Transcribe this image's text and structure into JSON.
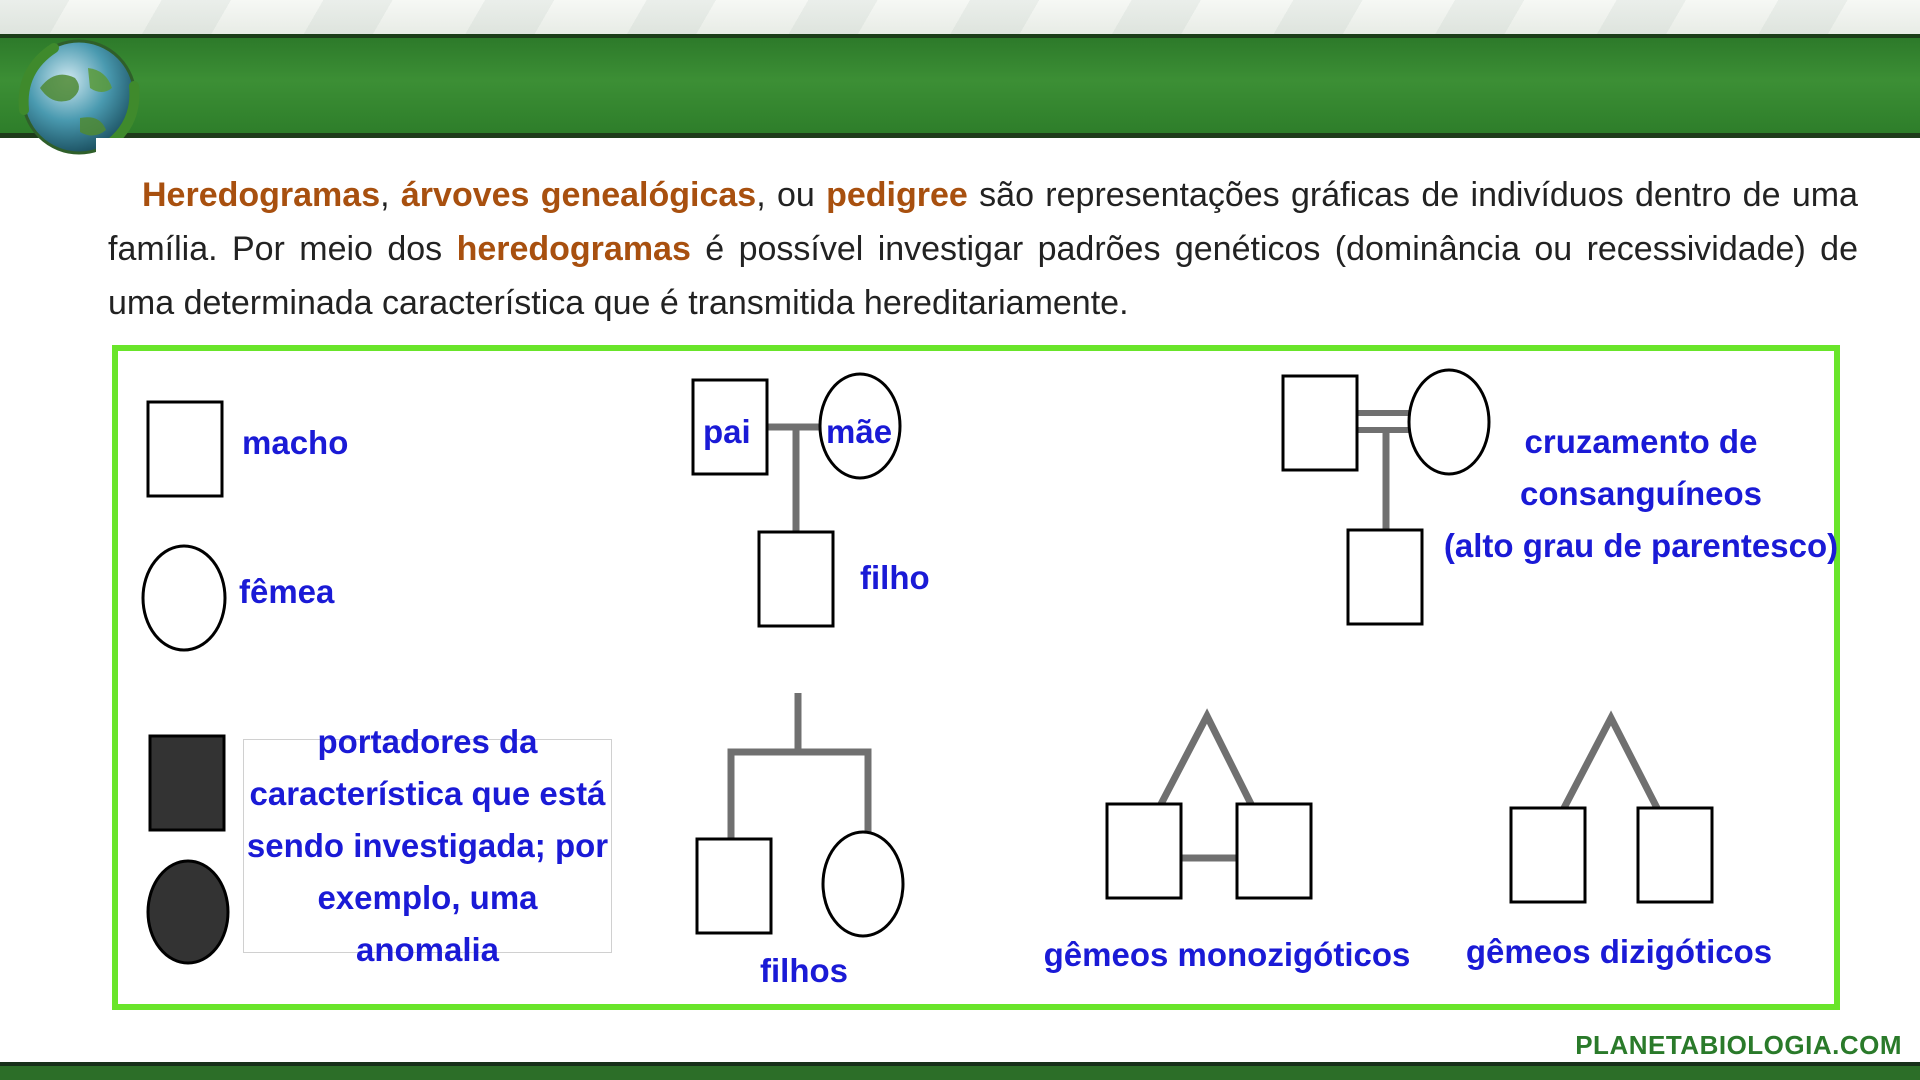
{
  "intro": {
    "term1": "Heredogramas",
    "sep1": ", ",
    "term2": "árvoves genealógicas",
    "sep2": ", ou ",
    "term3": "pedigree",
    "text1": " são representações gráficas de indivíduos dentro de uma família. Por meio dos ",
    "term4": "heredogramas",
    "text2": " é possível investigar padrões genéticos (dominância ou recessividade) de uma determinada característica que é transmitida hereditariamente."
  },
  "legend": {
    "male": "macho",
    "female": "fêmea",
    "father": "pai",
    "mother": "mãe",
    "son": "filho",
    "consanguineous_line1": "cruzamento de",
    "consanguineous_line2": "consanguíneos",
    "consanguineous_line3": "(alto grau de parentesco)",
    "carriers": "portadores da característica que está sendo investigada; por exemplo, uma anomalia",
    "children": "filhos",
    "monozygotic_twins": "gêmeos monozigóticos",
    "dizygotic_twins": "gêmeos dizigóticos"
  },
  "footer": {
    "brand": "PLANETABIOLOGIA.COM"
  },
  "colors": {
    "header_green": "#3c8f35",
    "legend_border": "#69e52a",
    "label_blue": "#1a1ad6",
    "highlight_brown": "#a8500f",
    "line_gray": "#707070"
  }
}
